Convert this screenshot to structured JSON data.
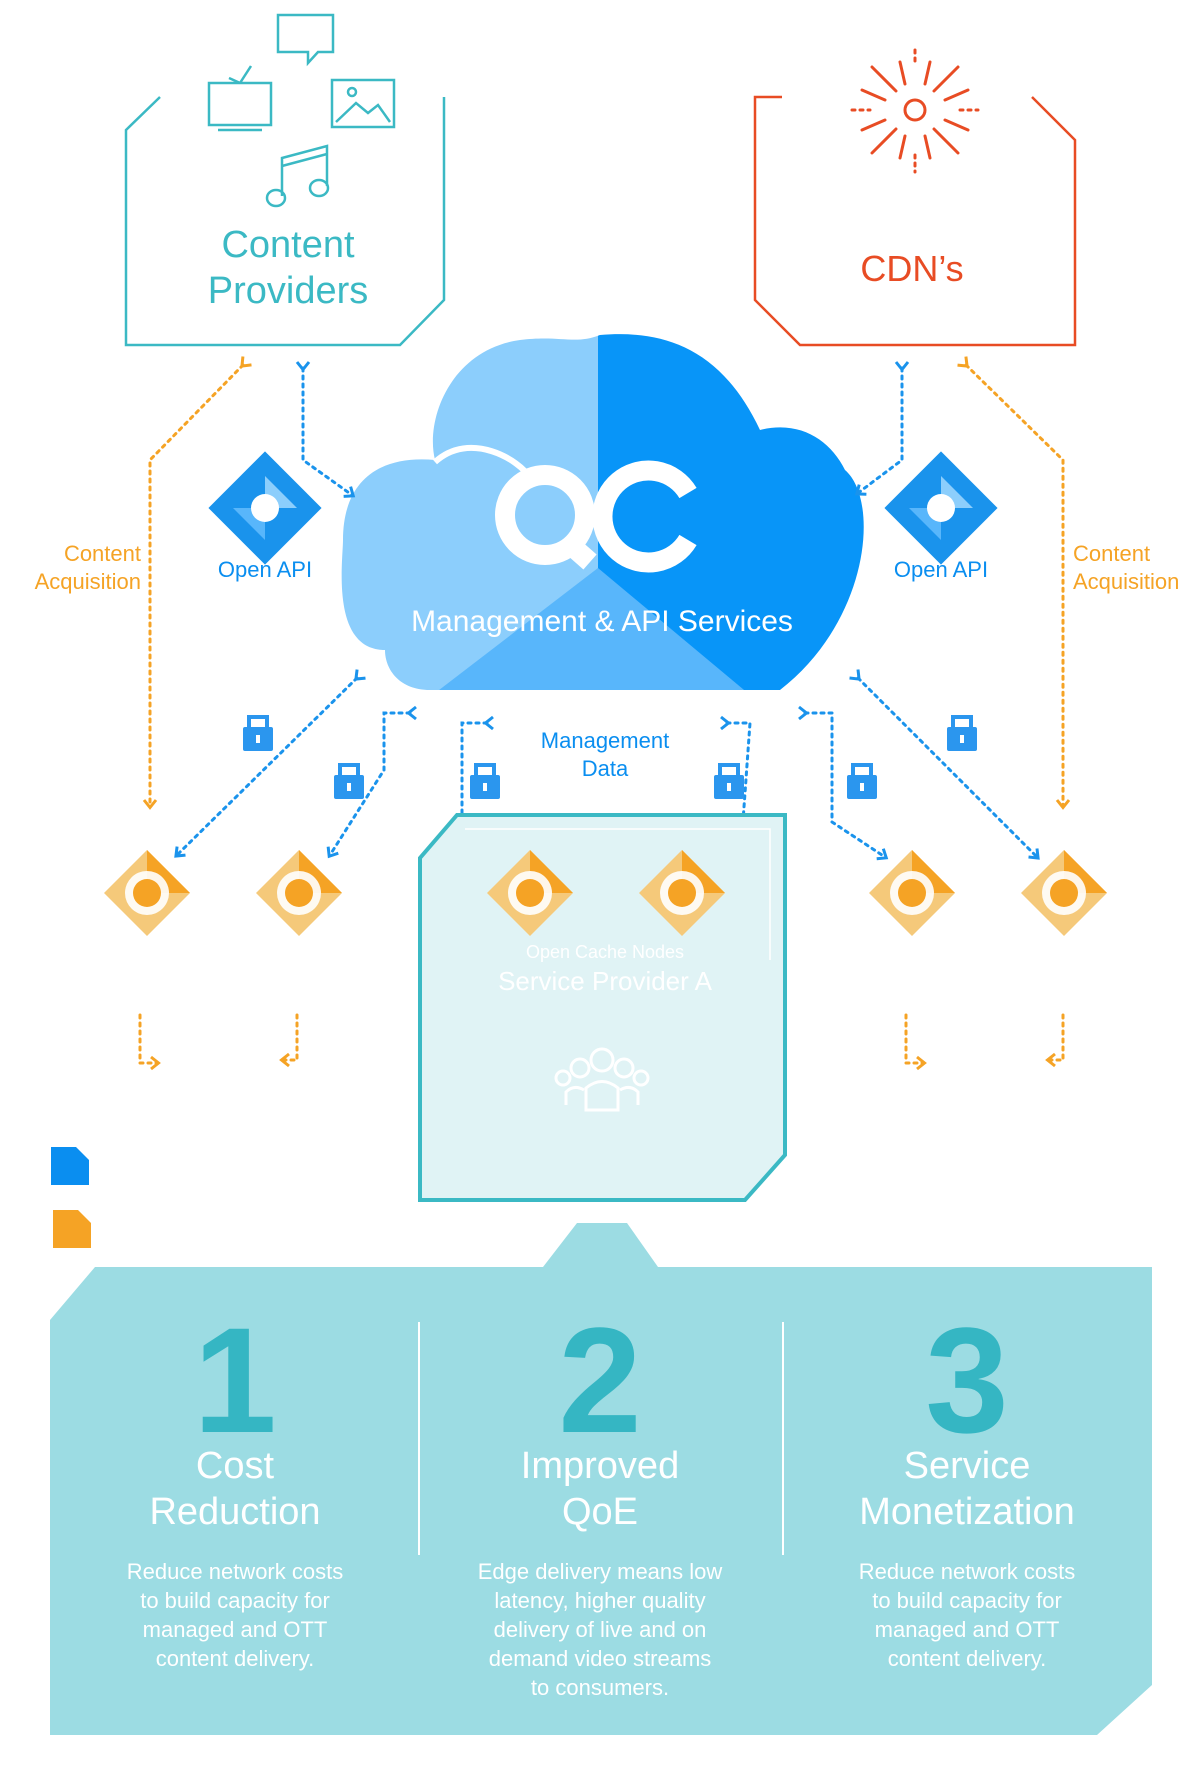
{
  "content_providers": {
    "label_line1": "Content",
    "label_line2": "Providers"
  },
  "cdns": {
    "label": "CDN’s"
  },
  "cloud": {
    "logo": "QC",
    "label": "Management & API Services"
  },
  "open_api_left": "Open API",
  "open_api_right": "Open API",
  "content_acquisition_left": {
    "line1": "Content",
    "line2": "Acquisition"
  },
  "content_acquisition_right": {
    "line1": "Content",
    "line2": "Acquisition"
  },
  "management_data": {
    "line1": "Management",
    "line2": "Data"
  },
  "service_provider": {
    "subtitle": "Open Cache Nodes",
    "title": "Service Provider A"
  },
  "benefits": [
    {
      "number": "1",
      "title": "Cost\nReduction",
      "description": "Reduce network costs\nto build capacity for\nmanaged and OTT\ncontent delivery."
    },
    {
      "number": "2",
      "title": "Improved\nQoE",
      "description": "Edge delivery means low\nlatency, higher quality\ndelivery of live and on\ndemand video streams\nto consumers."
    },
    {
      "number": "3",
      "title": "Service\nMonetization",
      "description": "Reduce network costs\nto build capacity for\nmanaged and OTT\ncontent delivery."
    }
  ],
  "colors": {
    "teal": "#3bb9c4",
    "orange": "#f5a325",
    "cdn_red": "#e84c24",
    "blue": "#0a8ef0",
    "panel": "#9cdce3"
  },
  "icons": [
    "tv-icon",
    "chat-bubble-icon",
    "image-icon",
    "music-note-icon",
    "starburst-icon",
    "gear-icon",
    "lock-icon",
    "cache-node-icon",
    "users-icon"
  ]
}
